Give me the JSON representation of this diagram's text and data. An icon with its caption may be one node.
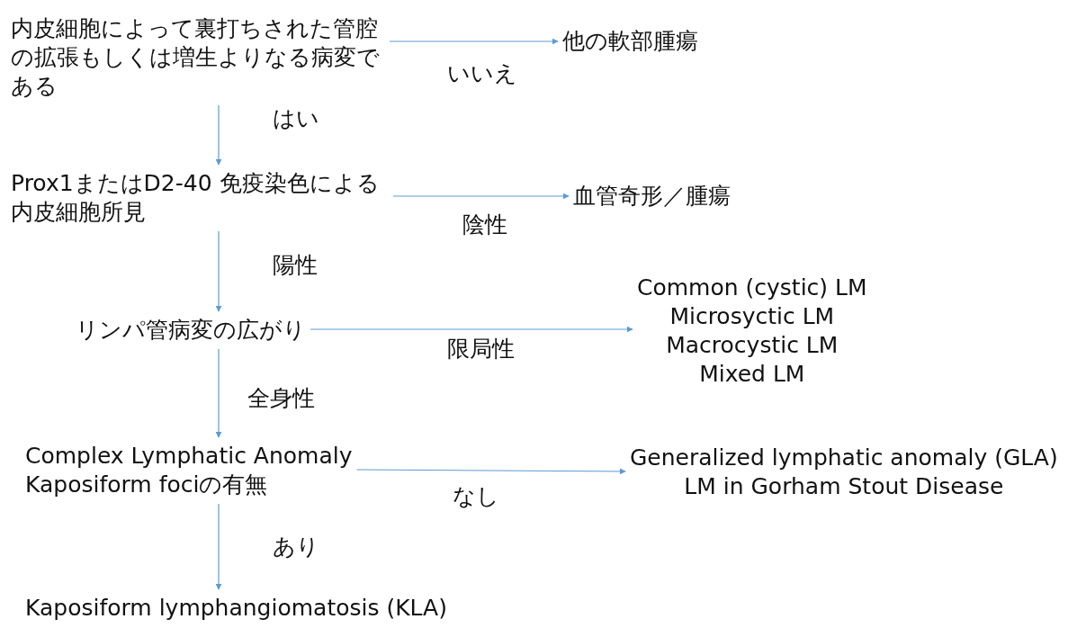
{
  "diagram": {
    "nodes": [
      {
        "text": [
          "内皮細胞によって裏打ちされた管腔の拡張もしくは増生よりなる病変である"
        ]
      },
      {
        "text": [
          "他の軟部腫瘍"
        ]
      },
      {
        "text": [
          "Prox1またはD2-40 免疫染色による内皮細胞所見"
        ]
      },
      {
        "text": [
          "血管奇形／腫瘍"
        ]
      },
      {
        "text": [
          "リンパ管病変の広がり"
        ]
      },
      {
        "text": [
          "Common (cystic) LM",
          "Microsyctic LM",
          "Macrocystic LM",
          "Mixed LM"
        ]
      },
      {
        "text": [
          "Complex Lymphatic Anomaly",
          "Kaposiform fociの有無"
        ]
      },
      {
        "text": [
          "Generalized lymphatic anomaly (GLA)",
          "LM in Gorham Stout Disease"
        ]
      },
      {
        "text": [
          "Kaposiform lymphangiomatosis (KLA)"
        ]
      }
    ],
    "edges": [
      {
        "from": 0,
        "to": 1,
        "arrow": "to",
        "label": "いいえ"
      },
      {
        "from": 0,
        "to": 2,
        "arrow": "to",
        "label": "はい"
      },
      {
        "from": 2,
        "to": 3,
        "arrow": "to",
        "label": "陰性"
      },
      {
        "from": 2,
        "to": 4,
        "arrow": "to",
        "label": "陽性"
      },
      {
        "from": 4,
        "to": 5,
        "arrow": "to",
        "label": "限局性"
      },
      {
        "from": 4,
        "to": 6,
        "arrow": "to",
        "label": "全身性"
      },
      {
        "from": 6,
        "to": 7,
        "arrow": "to",
        "label": "なし"
      },
      {
        "from": 6,
        "to": 8,
        "arrow": "to",
        "label": "あり"
      }
    ]
  }
}
